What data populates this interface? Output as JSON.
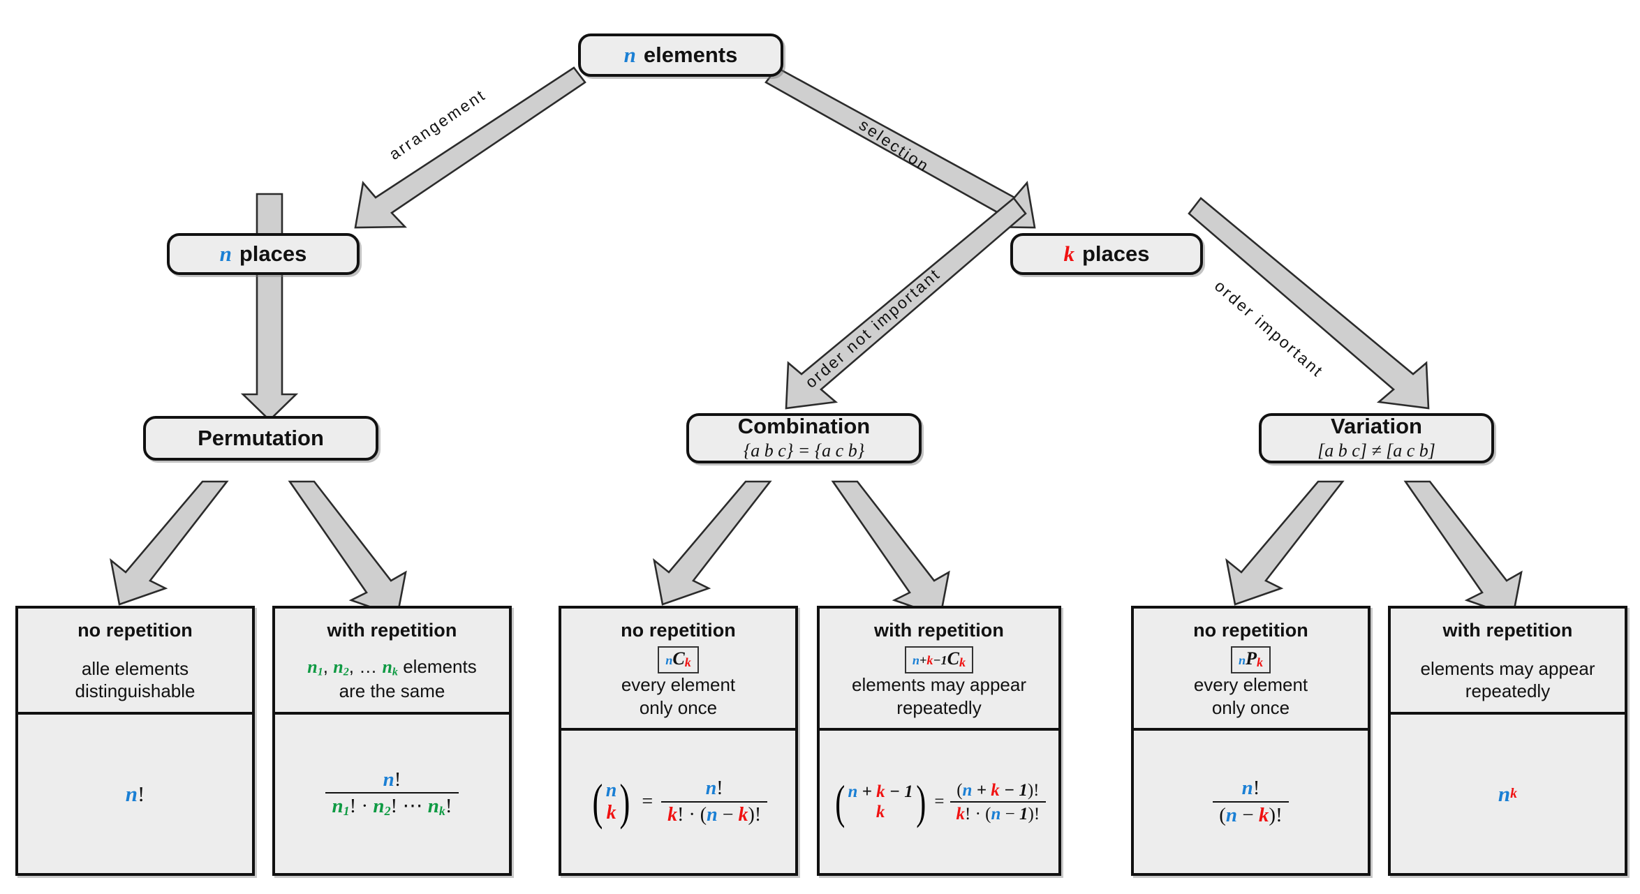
{
  "diagram": {
    "title": "Combinatorics decision tree",
    "colors": {
      "n_blue": "#1a7fd4",
      "k_red": "#f01111",
      "green": "#0f9a43",
      "node_fill": "#ededed",
      "node_stroke": "#111111",
      "arrow_fill": "#cfcfcf",
      "background": "#ffffff"
    }
  },
  "root": {
    "var": "n",
    "label": "elements"
  },
  "level2": {
    "left": {
      "var": "n",
      "label": "places"
    },
    "right": {
      "var": "k",
      "label": "places"
    }
  },
  "edges": {
    "arrangement": "arrangement",
    "selection": "selection",
    "order_not_important": "order not important",
    "order_important": "order important"
  },
  "level3": [
    {
      "title": "Permutation",
      "subtitle": ""
    },
    {
      "title": "Combination",
      "subtitle": "{a b c} = {a c b}"
    },
    {
      "title": "Variation",
      "subtitle": "[a b c] ≠ [a c b]"
    }
  ],
  "leaves": [
    {
      "heading": "no repetition",
      "symbol": "",
      "description": "alle elements\ndistinguishable",
      "formula": "n!"
    },
    {
      "heading": "with repetition",
      "symbol": "",
      "description": "n₁, n₂, … nₖ elements\nare the same",
      "formula": "n! / (n₁! · n₂! ⋯ nₖ!)"
    },
    {
      "heading": "no repetition",
      "symbol": "nCk",
      "description": "every element\nonly once",
      "formula": "(n over k) = n! / (k! · (n − k)!)"
    },
    {
      "heading": "with repetition",
      "symbol": "n+k−1Ck",
      "description": "elements may appear\nrepeatedly",
      "formula": "(n+k−1 over k) = (n + k − 1)! / (k! · (n − 1)!)"
    },
    {
      "heading": "no repetition",
      "symbol": "nPk",
      "description": "every element\nonly once",
      "formula": "n! / (n − k)!"
    },
    {
      "heading": "with repetition",
      "symbol": "",
      "description": "elements may appear\nrepeatedly",
      "formula": "nᵏ"
    }
  ],
  "symbols": {
    "factorial": "!",
    "dot": "·",
    "minus": "−",
    "plus": "+",
    "equals": "=",
    "not_equals": "≠",
    "ellipsis_mid": "⋯",
    "ellipsis": "…"
  }
}
